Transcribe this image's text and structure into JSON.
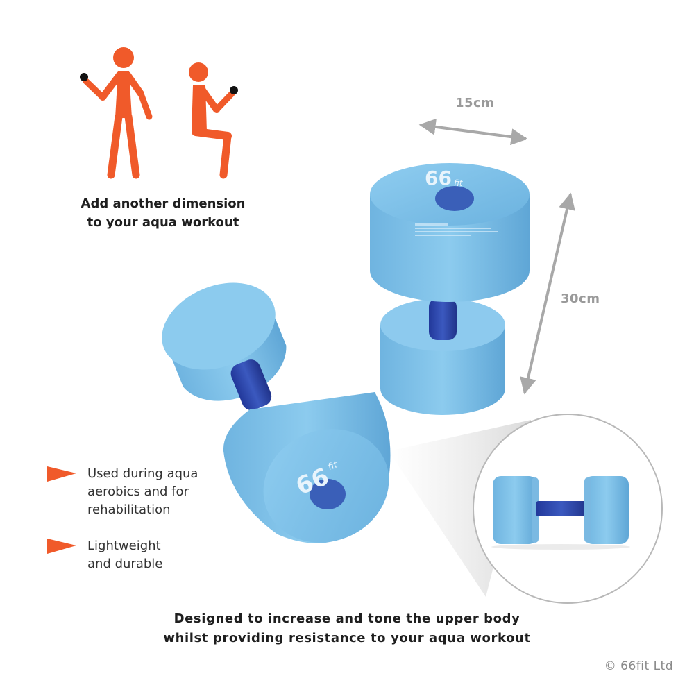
{
  "headline": [
    "Add another dimension",
    "to your aqua workout"
  ],
  "features": [
    [
      "Used during aqua",
      "aerobics and for",
      "rehabilitation"
    ],
    [
      "Lightweight",
      "and durable"
    ]
  ],
  "dimensions": {
    "width": "15cm",
    "height": "30cm"
  },
  "tagline": [
    "Designed to increase and tone the upper body",
    "whilst providing resistance to your aqua workout"
  ],
  "copyright": "© 66fit Ltd",
  "brand": {
    "logo_number": "66",
    "logo_suffix": "fit"
  },
  "colors": {
    "accent": "#f05a2a",
    "foam_blue": "#7cc0e8",
    "handle_blue": "#2e4aa8",
    "dimension_gray": "#a8a8a8"
  },
  "icons": [
    "person-standing-dumbbell-icon",
    "person-sitting-dumbbell-icon",
    "arrow-bullet-icon"
  ]
}
